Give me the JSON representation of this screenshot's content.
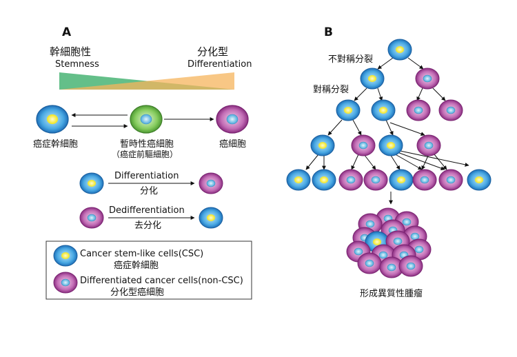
{
  "panel_a": {
    "label": "A",
    "stemness_zh": "幹細胞性",
    "stemness_en": "Stemness",
    "differentiation_zh": "分化型",
    "differentiation_en": "Differentiation",
    "cells": {
      "csc_label": "癌症幹細胞",
      "transient_label": "暫時性癌細胞",
      "transient_sublabel": "（癌症前驅細胞）",
      "cancer_label": "癌細胞"
    },
    "differentiation_row": {
      "en": "Differentiation",
      "zh": "分化"
    },
    "dedifferentiation_row": {
      "en": "Dedifferentiation",
      "zh": "去分化"
    },
    "legend": {
      "csc_en": "Cancer stem-like cells(CSC)",
      "csc_zh": "癌症幹細胞",
      "noncsc_en": "Differentiated cancer cells(non-CSC)",
      "noncsc_zh": "分化型癌細胞"
    }
  },
  "panel_b": {
    "label": "B",
    "asymmetric": "不對稱分裂",
    "symmetric": "對稱分裂",
    "tumor": "形成異質性腫瘤"
  },
  "colors": {
    "csc_outer": "#2f8fd8",
    "csc_inner": "#f5ec1a",
    "noncsc_outer": "#a63f9a",
    "noncsc_inner": "#5fb6e2",
    "transient_outer": "#6cbf45",
    "gradient_green": "#4db57a",
    "gradient_orange": "#f5b860"
  }
}
